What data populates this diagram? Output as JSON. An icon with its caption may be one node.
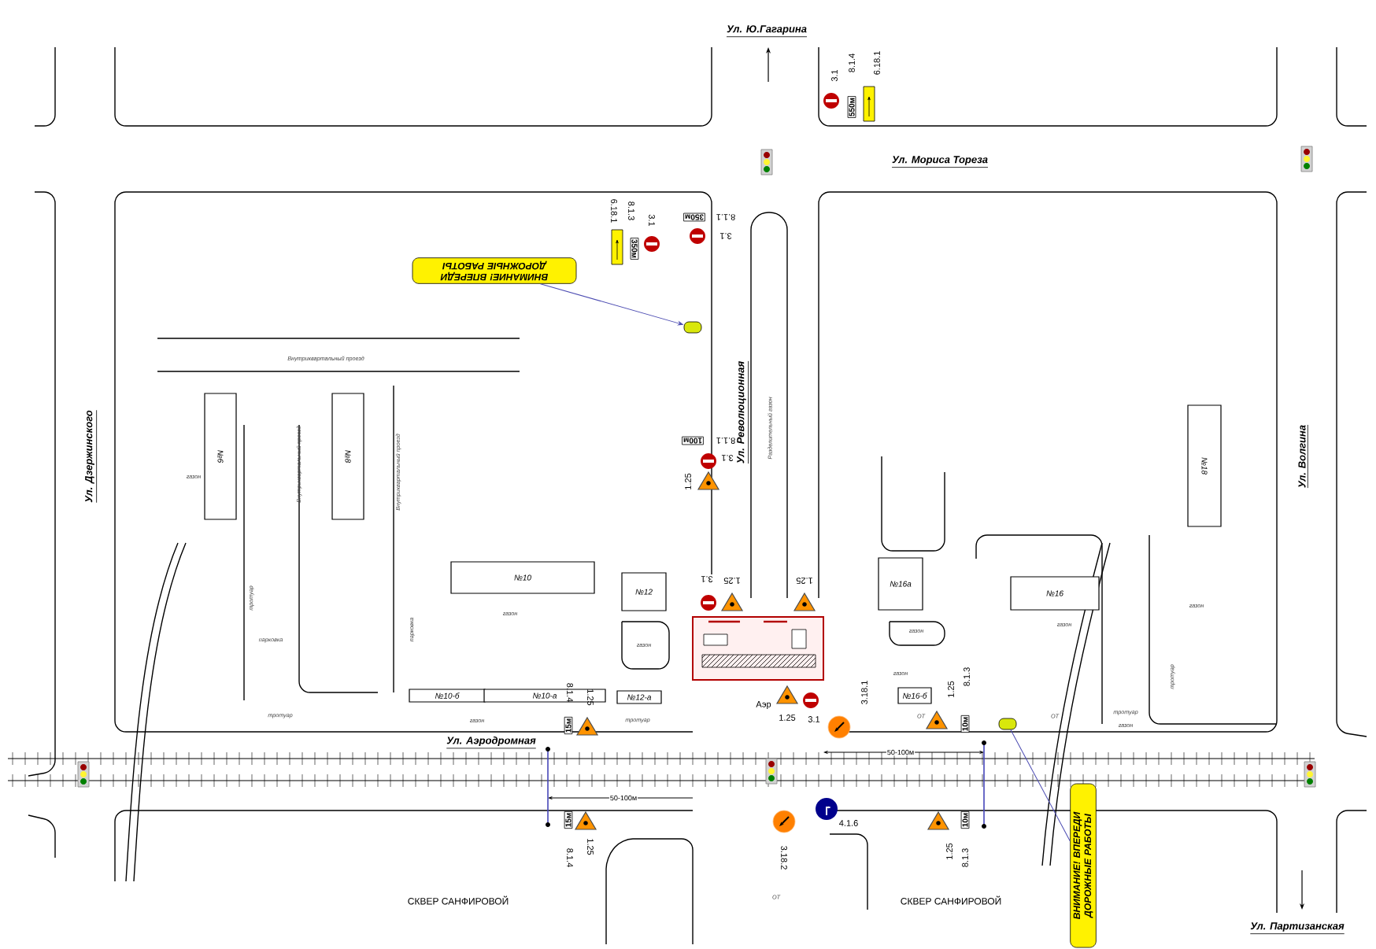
{
  "diagram": {
    "nodes": [
      {
        "text": [
          "ВНИМАНИЕ! ВПЕРЕДИ ДОРОЖНЫЕ РАБОТЫ"
        ]
      },
      {
        "text": [],
        "shape": "box"
      },
      {
        "text": [
          "№6"
        ]
      },
      {
        "text": [
          "№8"
        ]
      },
      {
        "text": [
          "№18"
        ]
      },
      {
        "text": [
          "№10"
        ]
      },
      {
        "text": [
          "№16а"
        ]
      },
      {
        "text": [
          "№12"
        ]
      },
      {
        "text": [
          "№16"
        ]
      },
      {
        "text": [
          "№10-б"
        ]
      },
      {
        "text": [
          "№10-а"
        ]
      },
      {
        "text": [
          "№12-а"
        ]
      },
      {
        "text": [
          "№16-б"
        ]
      },
      {
        "text": [],
        "shape": "box"
      },
      {
        "text": [
          "ВНИМАНИЕ! ВПЕРЕДИ ДОРОЖНЫЕ РАБОТЫ"
        ]
      }
    ],
    "edges": [
      {
        "from": 0,
        "to": 1,
        "arrow": "to"
      },
      {
        "from": 13,
        "to": 14,
        "arrow": "none"
      }
    ],
    "labels": [
      "Ул. Ю.Гагарина",
      "3.1",
      "8.1.4",
      "550м",
      "6.18.1",
      "Ул. Мориса Тореза",
      "6.18.1",
      "8.1.3",
      "350м",
      "3.1",
      "350м",
      "8.1.1",
      "3.1",
      "Внутриквартальный проезд",
      "Ул. Дзержинского",
      "Внутриквартальный проезд",
      "Внутриквартальный проезд",
      "100м",
      "8.1.1",
      "3.1",
      "1.25",
      "Ул. Революционная",
      "Разделительный газон",
      "Ул. Волгина",
      "газон",
      "парковка",
      "тротуар",
      "газон",
      "парковка",
      "3.1",
      "1.25",
      "1.25",
      "газон",
      "газон",
      "газон",
      "газон",
      "газон",
      "тротуар",
      "Аэр",
      "1.25",
      "3.1",
      "3.18.1",
      "ОТ",
      "1.25",
      "8.1.3",
      "10м",
      "ОТ",
      "тротуар",
      "газон",
      "8.1.4",
      "1.25",
      "15м",
      "тротуар",
      "газон",
      "тротуар",
      "Ул. Аэродромная",
      "50-100м",
      "50-100м",
      "15м",
      "1.25",
      "8.1.4",
      "3.18.2",
      "4.1.6",
      "1.25",
      "8.1.3",
      "10м",
      "СКВЕР САНФИРОВОЙ",
      "ОТ",
      "СКВЕР САНФИРОВОЙ",
      "Ул. Партизанская"
    ]
  }
}
